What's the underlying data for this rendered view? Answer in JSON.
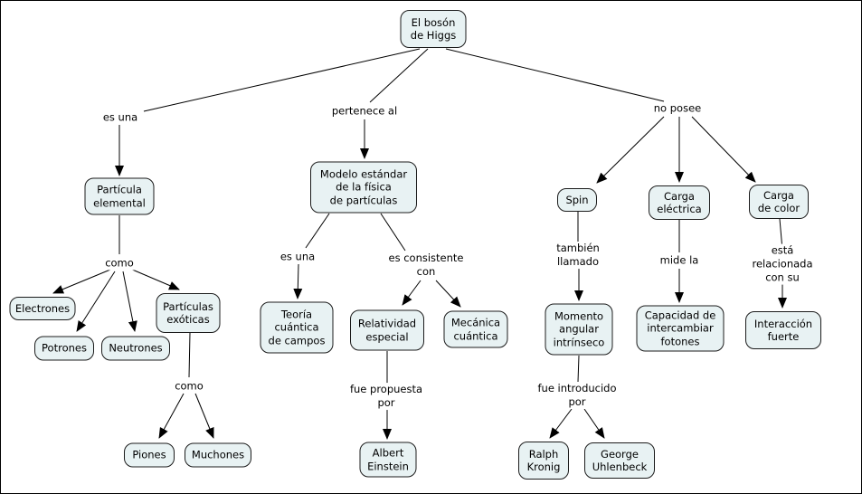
{
  "colors": {
    "canvas_background": "#ffffff",
    "node_fill": "#e8f2f3",
    "node_border": "#1c1c1c",
    "connector_line": "#000000",
    "text": "#000000"
  },
  "nodes": {
    "higgs": {
      "label": "El bosón\nde Higgs"
    },
    "particula_elemental": {
      "label": "Partícula\nelemental"
    },
    "electrones": {
      "label": "Electrones"
    },
    "potrones": {
      "label": "Potrones"
    },
    "neutrones": {
      "label": "Neutrones"
    },
    "particulas_exoticas": {
      "label": "Partículas\nexóticas"
    },
    "piones": {
      "label": "Piones"
    },
    "muchones": {
      "label": "Muchones"
    },
    "modelo_estandar": {
      "label": "Modelo estándar\nde la física\nde partículas"
    },
    "teoria_cuantica": {
      "label": "Teoría\ncuántica\nde campos"
    },
    "relatividad_especial": {
      "label": "Relatividad\nespecial"
    },
    "mecanica_cuantica": {
      "label": "Mecánica\ncuántica"
    },
    "albert_einstein": {
      "label": "Albert\nEinstein"
    },
    "spin": {
      "label": "Spin"
    },
    "carga_electrica": {
      "label": "Carga\neléctrica"
    },
    "carga_de_color": {
      "label": "Carga\nde color"
    },
    "momento_angular": {
      "label": "Momento\nangular\nintrínseco"
    },
    "capacidad_fotones": {
      "label": "Capacidad de\nintercambiar\nfotones"
    },
    "interaccion_fuerte": {
      "label": "Interacción\nfuerte"
    },
    "ralph_kronig": {
      "label": "Ralph\nKronig"
    },
    "george_uhlenbeck": {
      "label": "George\nUhlenbeck"
    }
  },
  "labels": {
    "es_una_1": "es una",
    "pertenece_al": "pertenece al",
    "no_posee": "no posee",
    "como_1": "como",
    "como_2": "como",
    "es_una_2": "es una",
    "es_consistente": "es consistente\ncon",
    "fue_propuesta": "fue propuesta\npor",
    "fue_introducido": "fue introducido\npor",
    "tambien_llamado": "también\nllamado",
    "mide_la": "mide la",
    "esta_relacionada": "está relacionada\ncon su"
  }
}
